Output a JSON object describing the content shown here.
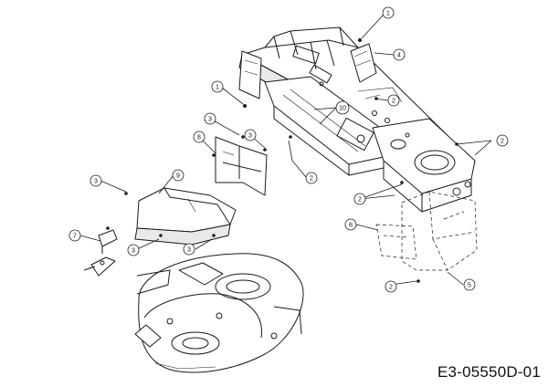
{
  "drawing": {
    "reference_number": "E3-05550D-01",
    "callouts": [
      {
        "label": "1"
      },
      {
        "label": "4"
      },
      {
        "label": "2"
      },
      {
        "label": "1"
      },
      {
        "label": "10"
      },
      {
        "label": "3"
      },
      {
        "label": "3"
      },
      {
        "label": "8"
      },
      {
        "label": "2"
      },
      {
        "label": "2"
      },
      {
        "label": "3"
      },
      {
        "label": "9"
      },
      {
        "label": "2"
      },
      {
        "label": "6"
      },
      {
        "label": "7"
      },
      {
        "label": "3"
      },
      {
        "label": "3"
      },
      {
        "label": "2"
      },
      {
        "label": "5"
      }
    ]
  }
}
